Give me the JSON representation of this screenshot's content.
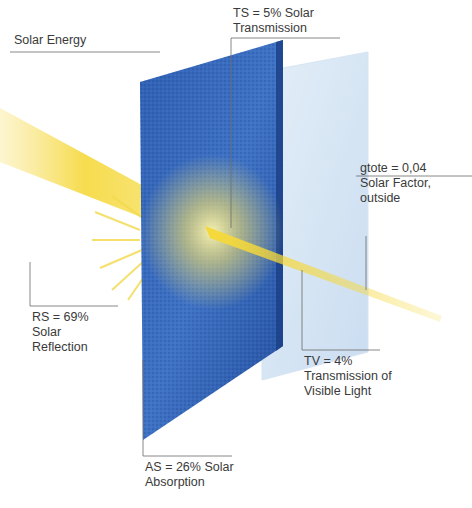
{
  "diagram": {
    "labels": [
      "Solar Energy",
      "TS = 5% Solar Transmission",
      "gtote = 0,04 Solar Factor, outside",
      "RS = 69% Solar Reflection",
      "TV = 4% Transmission of Visible Light",
      "AS = 26% Solar Absorption"
    ]
  }
}
